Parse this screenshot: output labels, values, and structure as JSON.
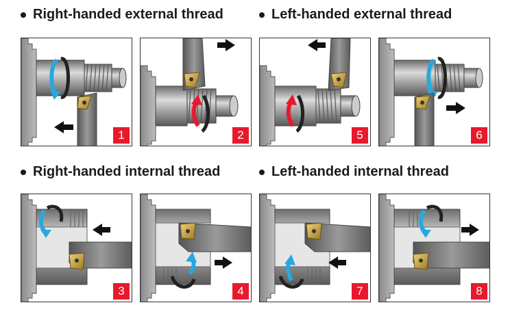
{
  "headings": {
    "rh_external": "Right-handed external thread",
    "lh_external": "Left-handed external thread",
    "rh_internal": "Right-handed internal thread",
    "lh_internal": "Left-handed internal thread"
  },
  "panel_numbers": [
    "1",
    "2",
    "5",
    "6",
    "3",
    "4",
    "7",
    "8"
  ],
  "colors": {
    "badge_red": "#e8192c",
    "rotation_blue": "#29a8e0",
    "rotation_red": "#e8192c",
    "insert_gold": "#c9a23a"
  },
  "icons": [
    "bullet-icon",
    "chuck-icon",
    "workpiece-icon",
    "thread-insert-icon",
    "rotation-arrow-icon",
    "feed-direction-arrow-icon"
  ]
}
